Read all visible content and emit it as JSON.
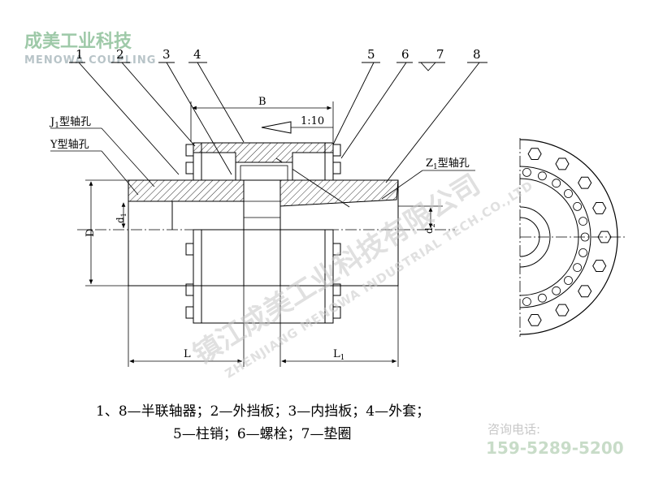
{
  "logo": {
    "cn": "成美工业科技",
    "en": "MENOWA COUPLING"
  },
  "part_numbers": [
    "1",
    "2",
    "3",
    "4",
    "5",
    "6",
    "7",
    "8"
  ],
  "labels": {
    "B": "B",
    "taper": "1:10",
    "j1": "J型轴孔",
    "j1_sub": "1",
    "y": "Y型轴孔",
    "z1": "Z型轴孔",
    "z1_sub": "1",
    "D": "D",
    "d1": "d",
    "d1_sub": "1",
    "d2": "d",
    "d2_sub": "2",
    "L": "L",
    "L1": "L",
    "L1_sub": "1"
  },
  "watermark": {
    "cn": "镇江成美工业科技有限公司",
    "en": "ZHENJIANG MENOWA INDUSTRIAL TECH.CO.,LTD"
  },
  "caption": {
    "line1": "1、8—半联轴器；2—外挡板；3—内挡板；4—外套；",
    "line2": "5—柱销；6—螺栓；7—垫圈"
  },
  "contact": {
    "label": "咨询电话:",
    "phone": "159-5289-5200"
  },
  "colors": {
    "line": "#000000",
    "logo_green": "#9ec9a8",
    "logo_gray": "#b8c4c8",
    "watermark": "#c8c8c8",
    "phone": "#c8dcc8"
  }
}
